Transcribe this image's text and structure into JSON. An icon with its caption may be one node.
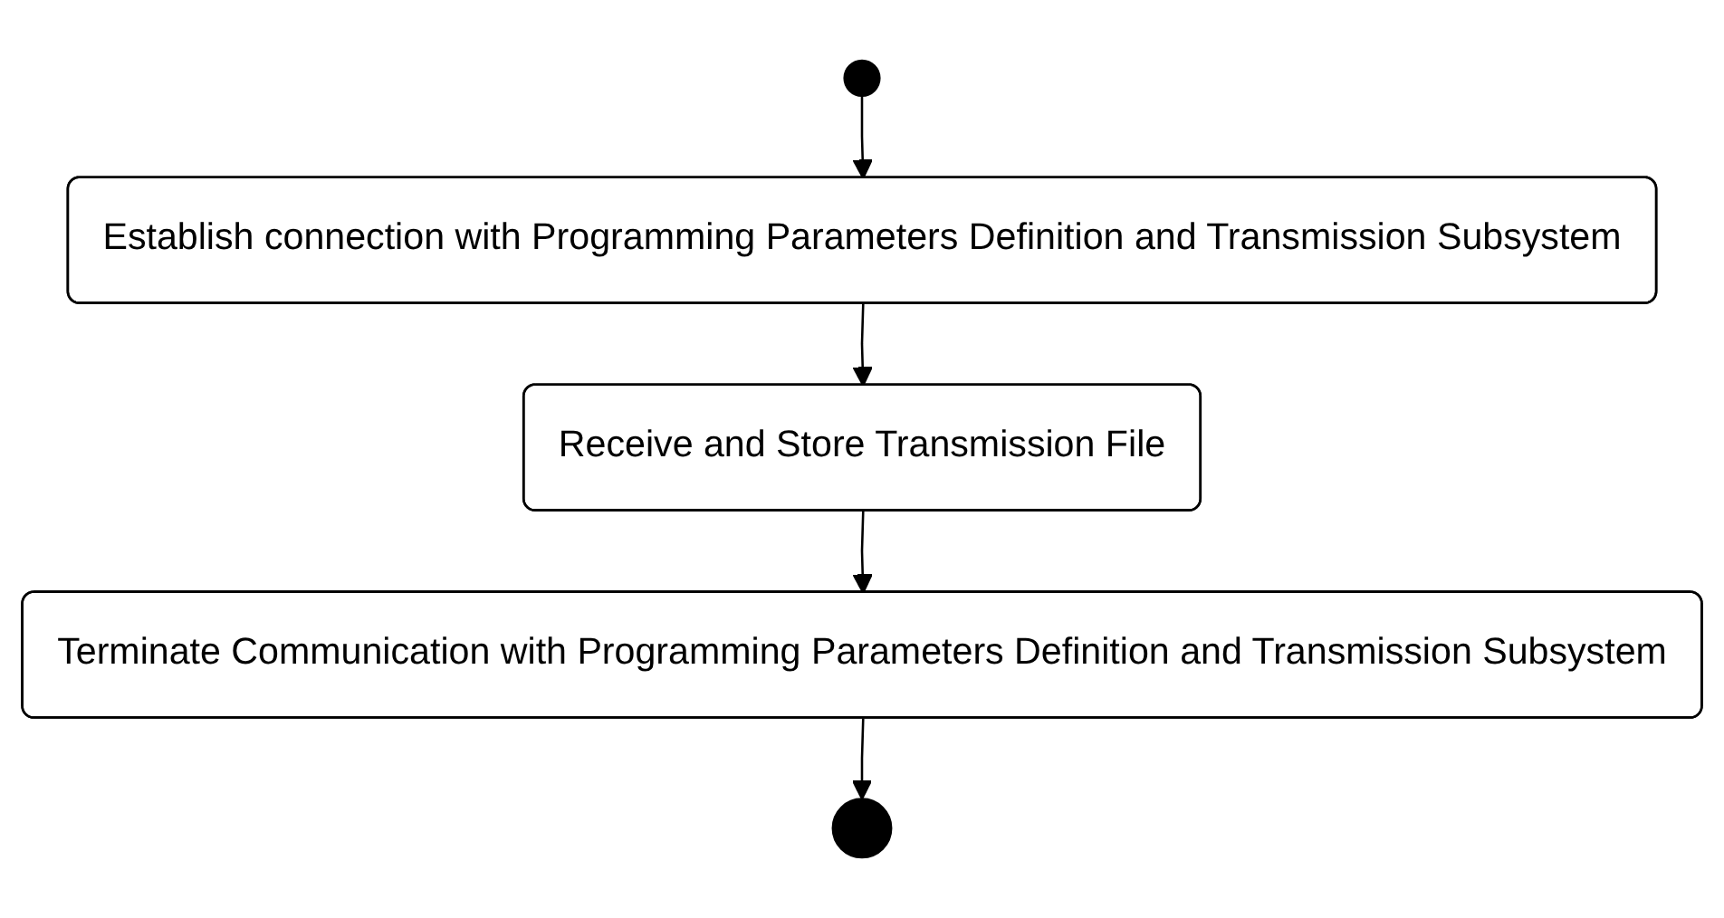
{
  "diagram": {
    "nodes": [
      {
        "text": [],
        "shape": "circle"
      },
      {
        "text": [
          "Establish connection with Programming Parameters Definition and Transmission Subsystem"
        ]
      },
      {
        "text": [
          "Receive and Store Transmission File"
        ]
      },
      {
        "text": [
          "Terminate Communication with Programming Parameters Definition and Transmission Subsystem"
        ]
      },
      {
        "text": [],
        "shape": "circle"
      }
    ],
    "edges": [
      {
        "from": 0,
        "to": 1,
        "arrow": "to"
      },
      {
        "from": 1,
        "to": 2,
        "arrow": "to"
      },
      {
        "from": 2,
        "to": 3,
        "arrow": "to"
      },
      {
        "from": 3,
        "to": 4,
        "arrow": "to"
      }
    ]
  }
}
